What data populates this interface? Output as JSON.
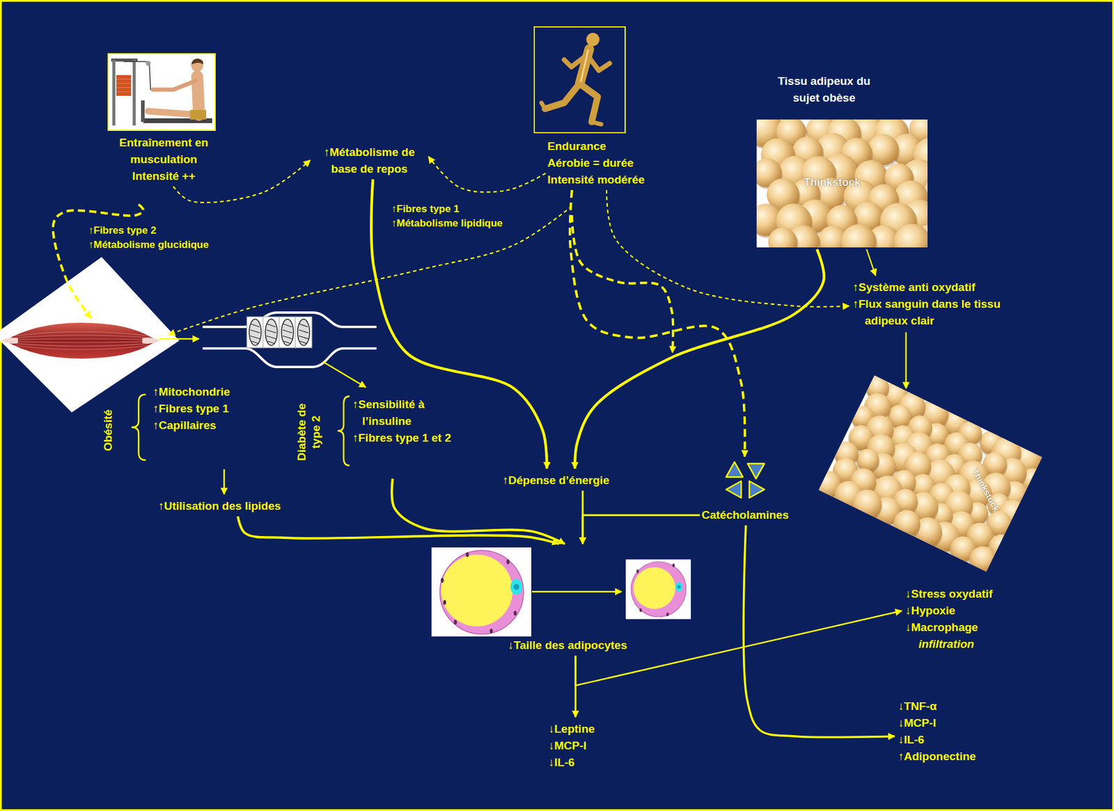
{
  "diagram": {
    "nodes": [
      {
        "text": [
          "Entraînement en musculation",
          "Intensité ++"
        ]
      },
      {
        "text": [
          "↑Métabolisme de base de repos"
        ]
      },
      {
        "text": [
          "Endurance",
          "Aérobie = durée",
          "Intensité modérée"
        ]
      },
      {
        "text": [
          "Tissu adipeux du sujet obèse"
        ]
      },
      {
        "text": [
          "↑Fibres type 1",
          "↑Métabolisme lipidique"
        ]
      },
      {
        "text": [
          "↑Fibres type 2",
          "↑Métabolisme glucidique"
        ]
      },
      {
        "text": [
          "↑Système anti oxydatif",
          "↑Flux sanguin dans le tissu adipeux clair"
        ]
      },
      {
        "text": [
          "Obésité",
          "↑Mitochondrie",
          "↑Fibres type 1",
          "↑Capillaires"
        ]
      },
      {
        "text": [
          "Diabète de type 2",
          "↑Sensibilité à l’insuline",
          "↑Fibres type 1 et 2"
        ]
      },
      {
        "text": [
          "↑Dépense d’énergie"
        ]
      },
      {
        "text": [
          "Catécholamines"
        ]
      },
      {
        "text": [
          "↑Utilisation des lipides"
        ]
      },
      {
        "text": [
          "↓Taille des adipocytes"
        ]
      },
      {
        "text": [
          "↓Stress oxydatif",
          "↓Hypoxie",
          "↓Macrophage",
          "infiltration"
        ]
      },
      {
        "text": [
          "↓Leptine",
          "↓MCP-I",
          "↓IL-6"
        ]
      },
      {
        "text": [
          "↓TNF-α",
          "↓MCP-I",
          "↓IL-6",
          "↑Adiponectine"
        ]
      }
    ],
    "edges": [
      {
        "from": 0,
        "to": 1,
        "arrow": "to"
      },
      {
        "from": 2,
        "to": 1,
        "arrow": "to"
      },
      {
        "from": 2,
        "to": 6,
        "arrow": "to"
      },
      {
        "from": 2,
        "to": 10,
        "arrow": "to"
      },
      {
        "from": 1,
        "to": 9,
        "arrow": "to"
      },
      {
        "from": 3,
        "to": 9,
        "arrow": "to"
      },
      {
        "from": 3,
        "to": 6,
        "arrow": "to"
      },
      {
        "from": 7,
        "to": 11,
        "arrow": "to"
      },
      {
        "from": 11,
        "to": 12,
        "arrow": "to"
      },
      {
        "from": 8,
        "to": 12,
        "arrow": "to"
      },
      {
        "from": 9,
        "to": 12,
        "arrow": "to"
      },
      {
        "from": 10,
        "to": 12,
        "arrow": "to"
      },
      {
        "from": 10,
        "to": 15,
        "arrow": "to"
      },
      {
        "from": 12,
        "to": 13,
        "arrow": "to"
      },
      {
        "from": 12,
        "to": 14,
        "arrow": "to"
      }
    ],
    "labels": [
      "Thinkstock",
      "Thinkstock"
    ]
  }
}
